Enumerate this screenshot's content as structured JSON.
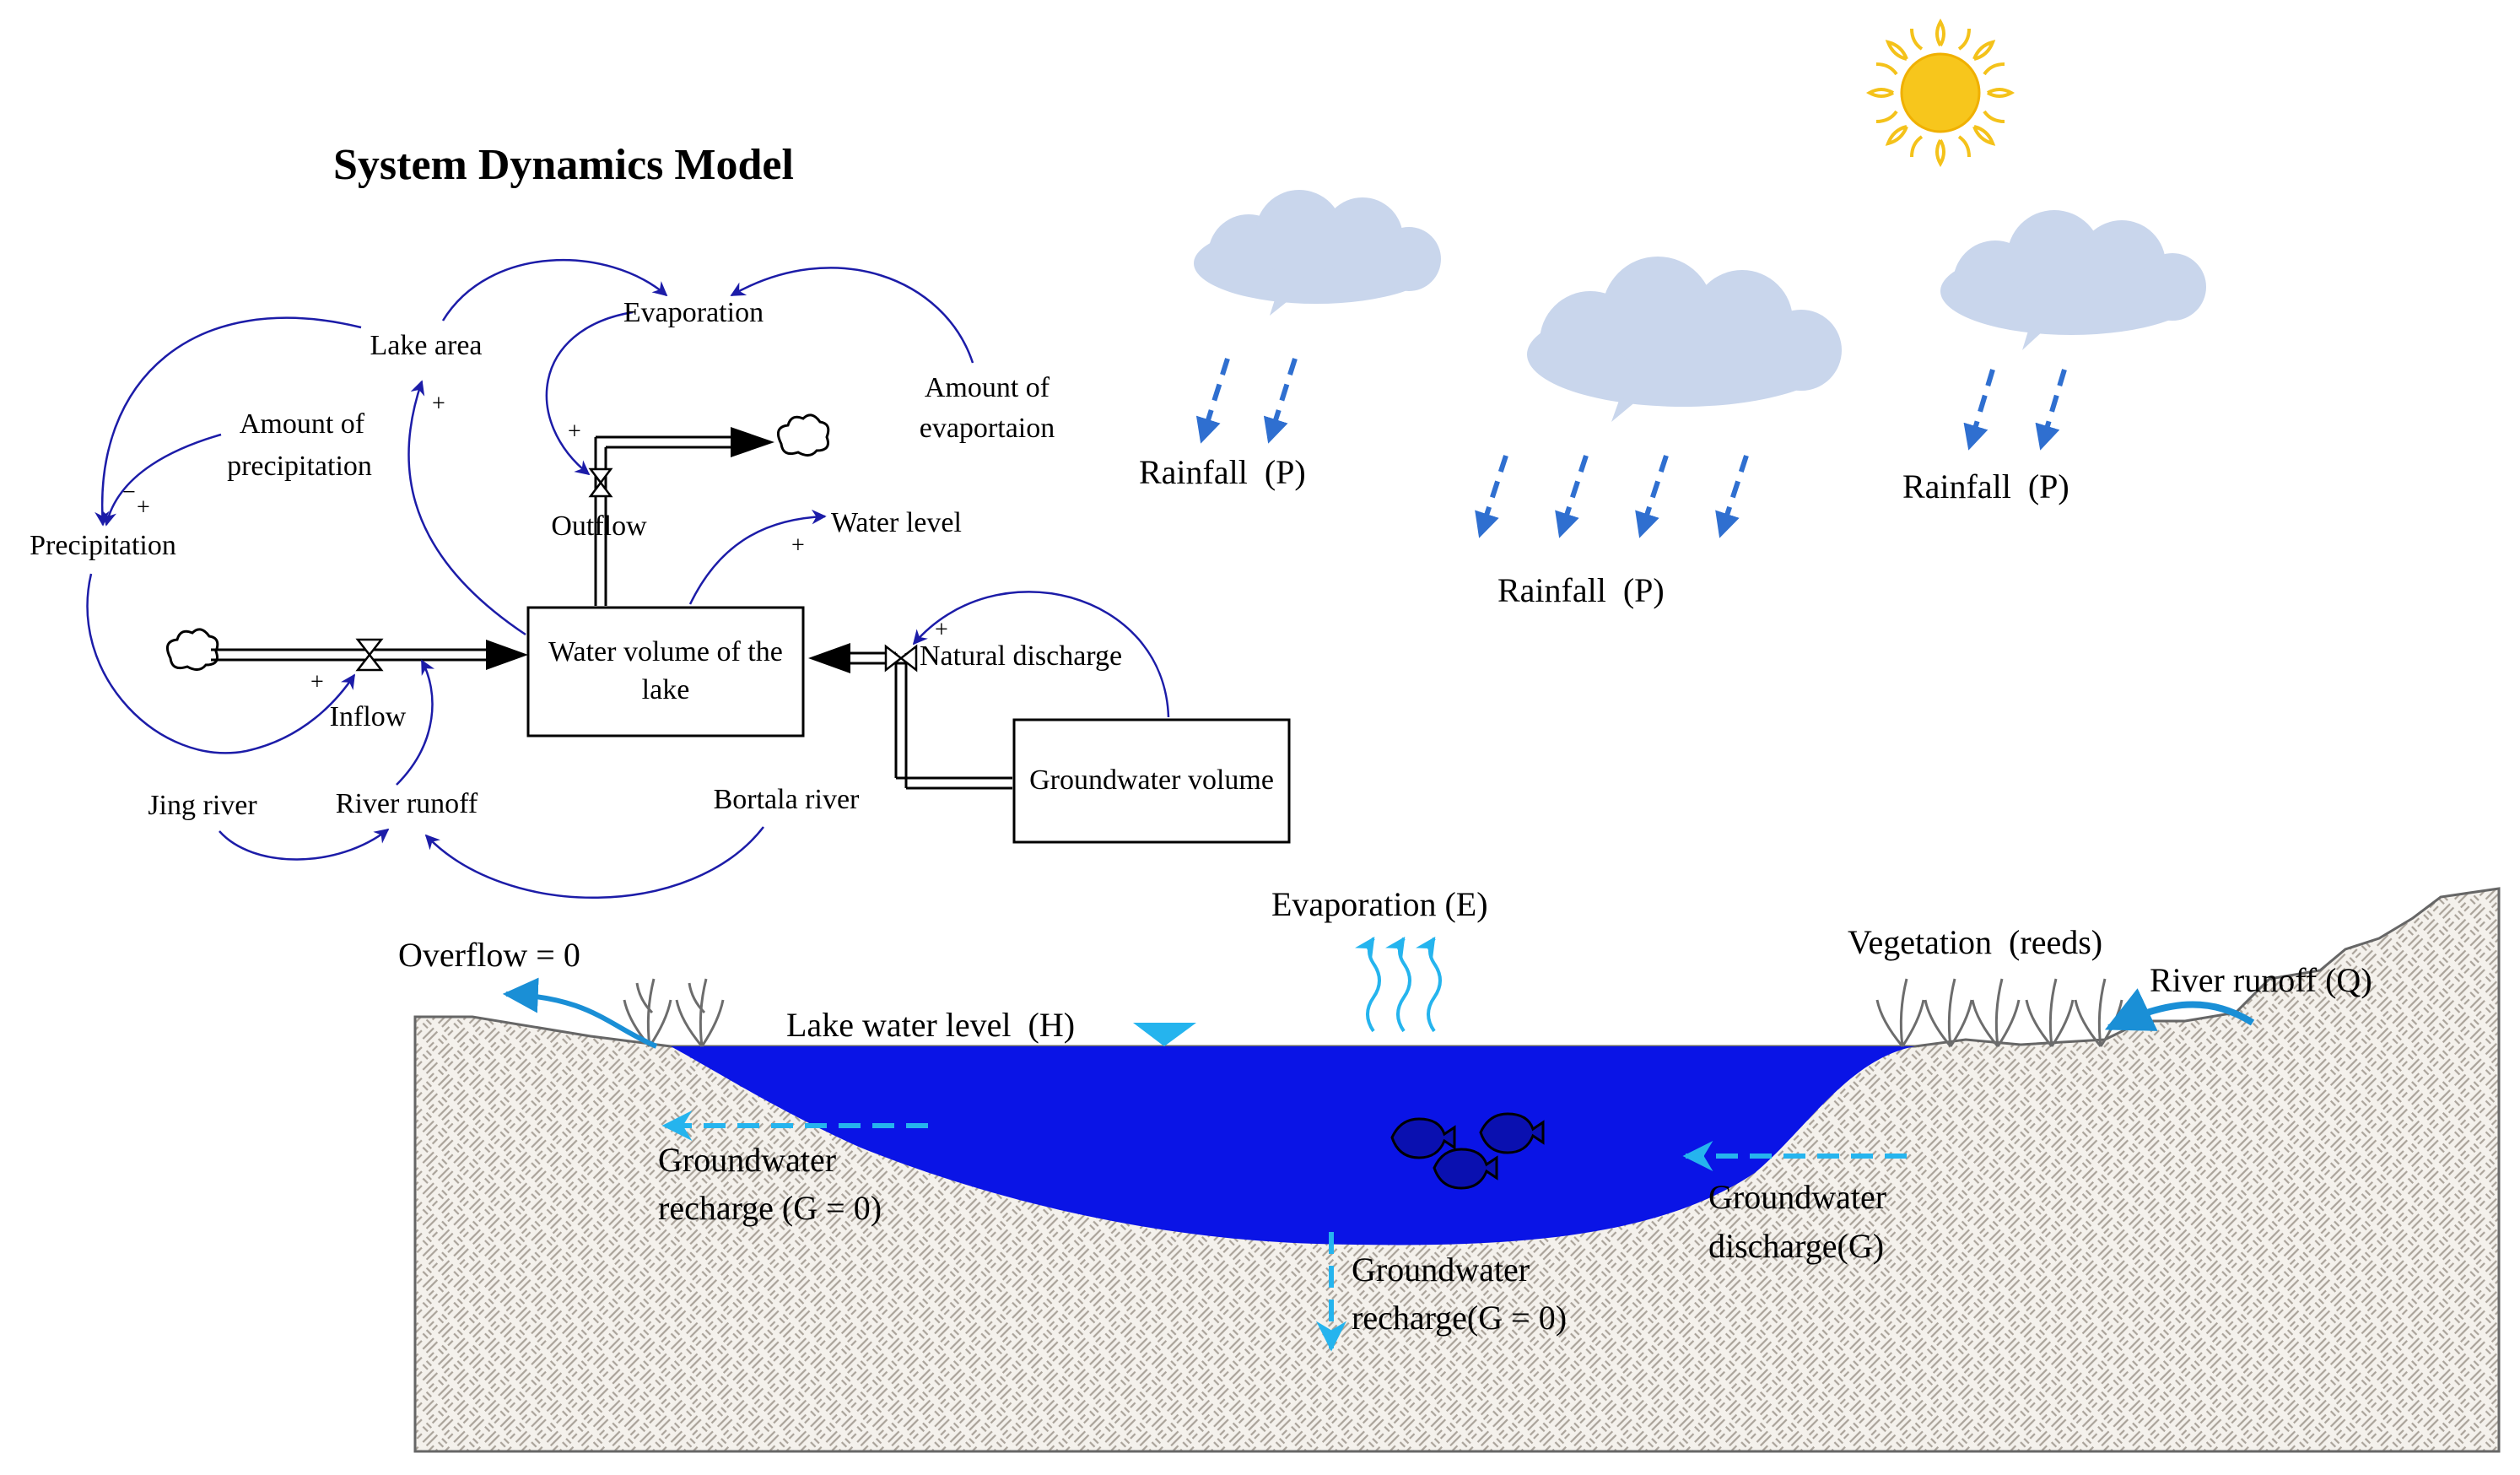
{
  "title": "System Dynamics Model",
  "sd_model": {
    "stocks": {
      "lake": [
        "Water volume of the",
        "lake"
      ],
      "groundwater": "Groundwater volume"
    },
    "flows": {
      "outflow": "Outflow",
      "inflow": "Inflow",
      "natural_discharge": "Natural discharge"
    },
    "variables": {
      "evaporation": "Evaporation",
      "lake_area": "Lake area",
      "amount_of_precipitation": [
        "Amount of",
        "precipitation"
      ],
      "amount_of_evaporation": [
        "Amount of",
        "evaportaion"
      ],
      "precipitation": "Precipitation",
      "water_level": "Water level",
      "jing_river": "Jing river",
      "river_runoff": "River runoff",
      "bortala_river": "Bortala river"
    },
    "polarity_plus": "+",
    "polarity_minus": "−"
  },
  "sky": {
    "rainfall_labels": [
      "Rainfall  (P)",
      "Rainfall  (P)",
      "Rainfall  (P)"
    ]
  },
  "section": {
    "evaporation": "Evaporation (E)",
    "overflow": "Overflow = 0",
    "lake_water_level": "Lake water level  (H)",
    "vegetation": "Vegetation  (reeds)",
    "river_runoff": "River runoff (Q)",
    "gw_recharge_left": [
      "Groundwater",
      "recharge (G = 0)"
    ],
    "gw_recharge_bottom": [
      "Groundwater",
      "recharge(G = 0)"
    ],
    "gw_discharge": [
      "Groundwater",
      "discharge(G)"
    ]
  },
  "colors": {
    "link_blue": "#1c1ca8",
    "lake_blue": "#0a14e6",
    "rain_blue": "#2f6fd0",
    "cloud": "#c9d6ec",
    "sun": "#f4c21a",
    "light_blue": "#25b4ee"
  }
}
